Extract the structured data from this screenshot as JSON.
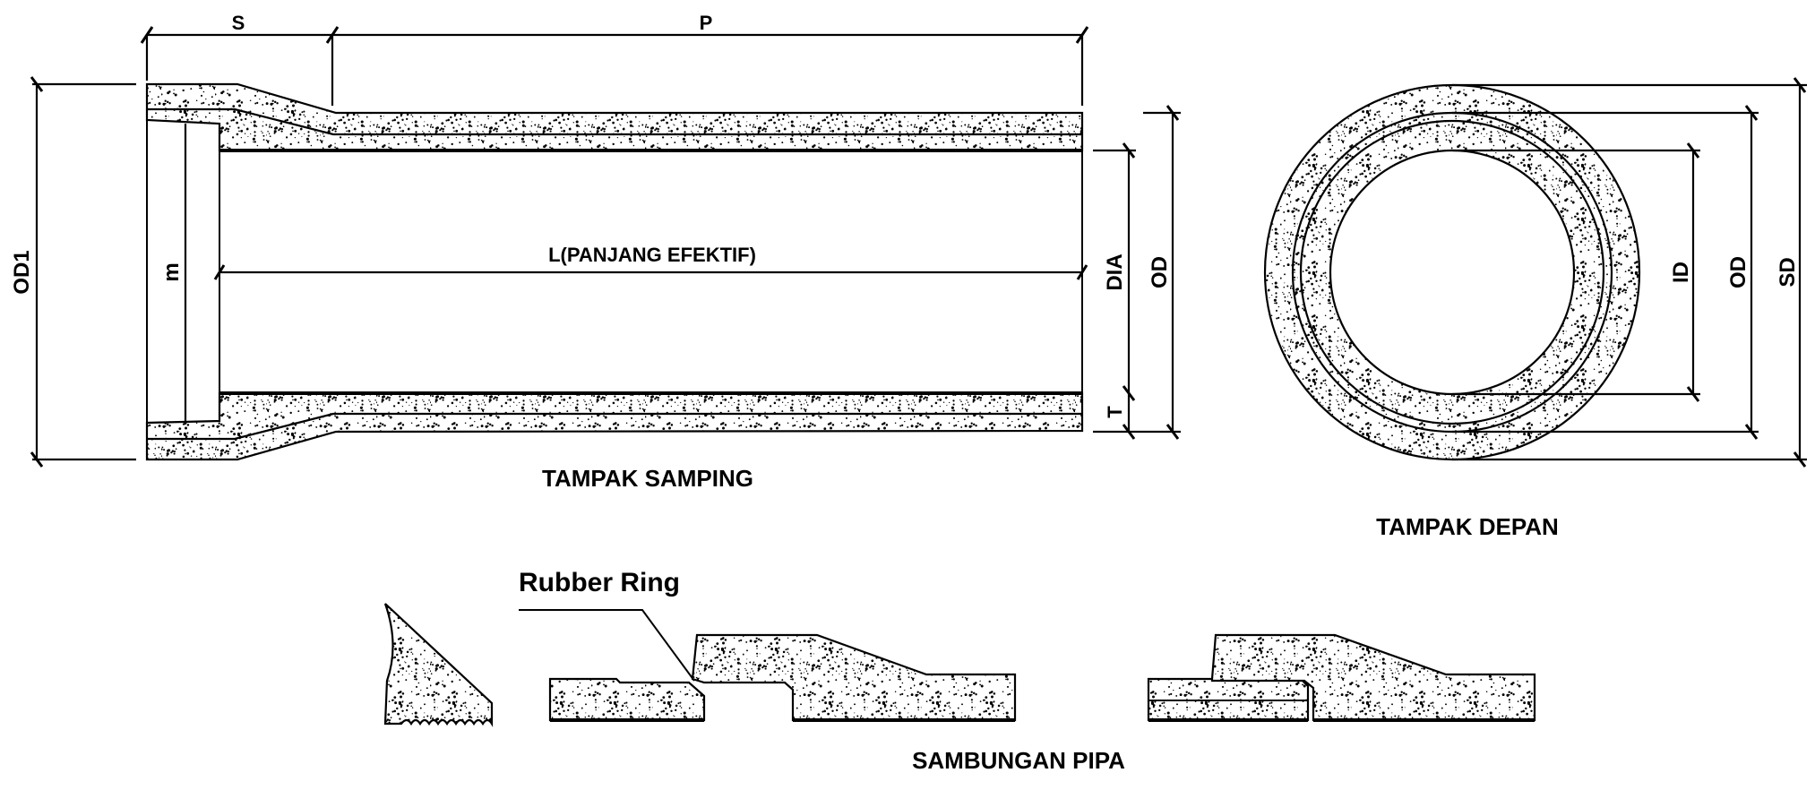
{
  "side_view": {
    "title": "TAMPAK SAMPING",
    "dim_s": "S",
    "dim_p": "P",
    "dim_od1": "OD1",
    "dim_m": "m",
    "dim_l": "L(PANJANG EFEKTIF)",
    "dim_dia": "DIA",
    "dim_od": "OD",
    "dim_t": "T"
  },
  "front_view": {
    "title": "TAMPAK DEPAN",
    "dim_id": "ID",
    "dim_od": "OD",
    "dim_sd": "SD"
  },
  "joint": {
    "title": "SAMBUNGAN PIPA",
    "rubber_ring_label": "Rubber Ring"
  },
  "colors": {
    "line": "#000000",
    "background": "#ffffff"
  }
}
